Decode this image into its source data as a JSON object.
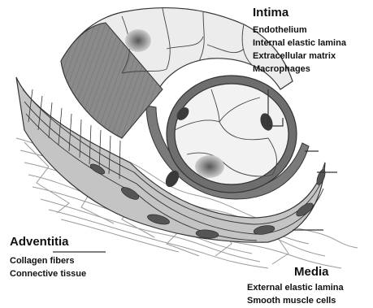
{
  "labels": {
    "intima": {
      "title": "Intima",
      "items": [
        "Endothelium",
        "Internal elastic lamina",
        "Extracellular matrix",
        "Macrophages"
      ]
    },
    "adventitia": {
      "title": "Adventitia",
      "items": [
        "Collagen fibers",
        "Connective tissue"
      ]
    },
    "media": {
      "title": "Media",
      "items": [
        "External elastic lamina",
        "Smooth muscle cells"
      ]
    }
  },
  "colors": {
    "outline": "#333333",
    "endothelium": "#eeeeee",
    "nucleus": "#444444",
    "muscle": "#c0c0c0",
    "lamina": "#7a7a7a",
    "collagen": "#9a9a9a"
  }
}
